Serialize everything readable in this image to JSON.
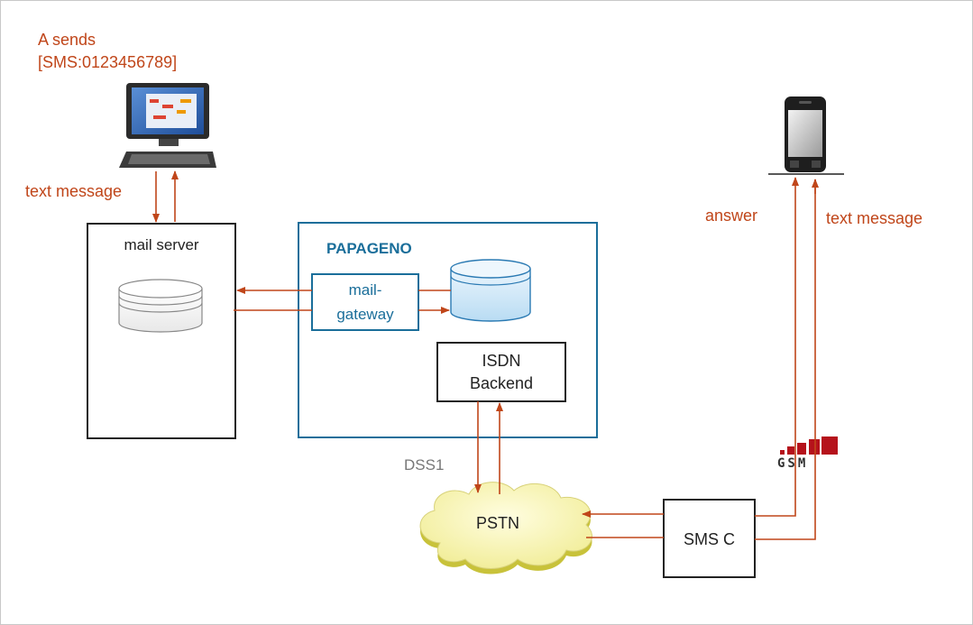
{
  "diagram": {
    "sender_caption_line1": "A sends",
    "sender_caption_line2": "[SMS:0123456789]",
    "left_text_message": "text message",
    "mail_server_label": "mail server",
    "papageno_title": "PAPAGENO",
    "mail_gateway_line1": "mail-",
    "mail_gateway_line2": "gateway",
    "isdn_line1": "ISDN",
    "isdn_line2": "Backend",
    "dss1_label": "DSS1",
    "pstn_label": "PSTN",
    "smsc_label": "SMS C",
    "answer_label": "answer",
    "right_text_message": "text message",
    "gsm_logo_text": "GSM",
    "colors": {
      "arrow": "#c0461a",
      "papageno_border": "#1a6e9a",
      "cloud_fill": "#f5f3b8",
      "cloud_edge": "#c8c23a",
      "gsm_red": "#b5121b"
    }
  }
}
